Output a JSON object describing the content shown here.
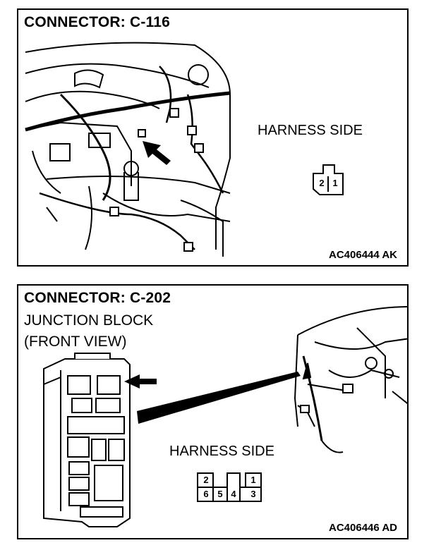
{
  "top_panel": {
    "title": "CONNECTOR: C-116",
    "harness_label": "HARNESS SIDE",
    "pins": [
      "2",
      "1"
    ],
    "code": "AC406444 AK"
  },
  "bottom_panel": {
    "title": "CONNECTOR: C-202",
    "subtitle_line1": "JUNCTION BLOCK",
    "subtitle_line2": "(FRONT VIEW)",
    "harness_label": "HARNESS SIDE",
    "pins_top": [
      "2",
      "1"
    ],
    "pins_bottom": [
      "6",
      "5",
      "4",
      "3"
    ],
    "code": "AC406446 AD"
  }
}
